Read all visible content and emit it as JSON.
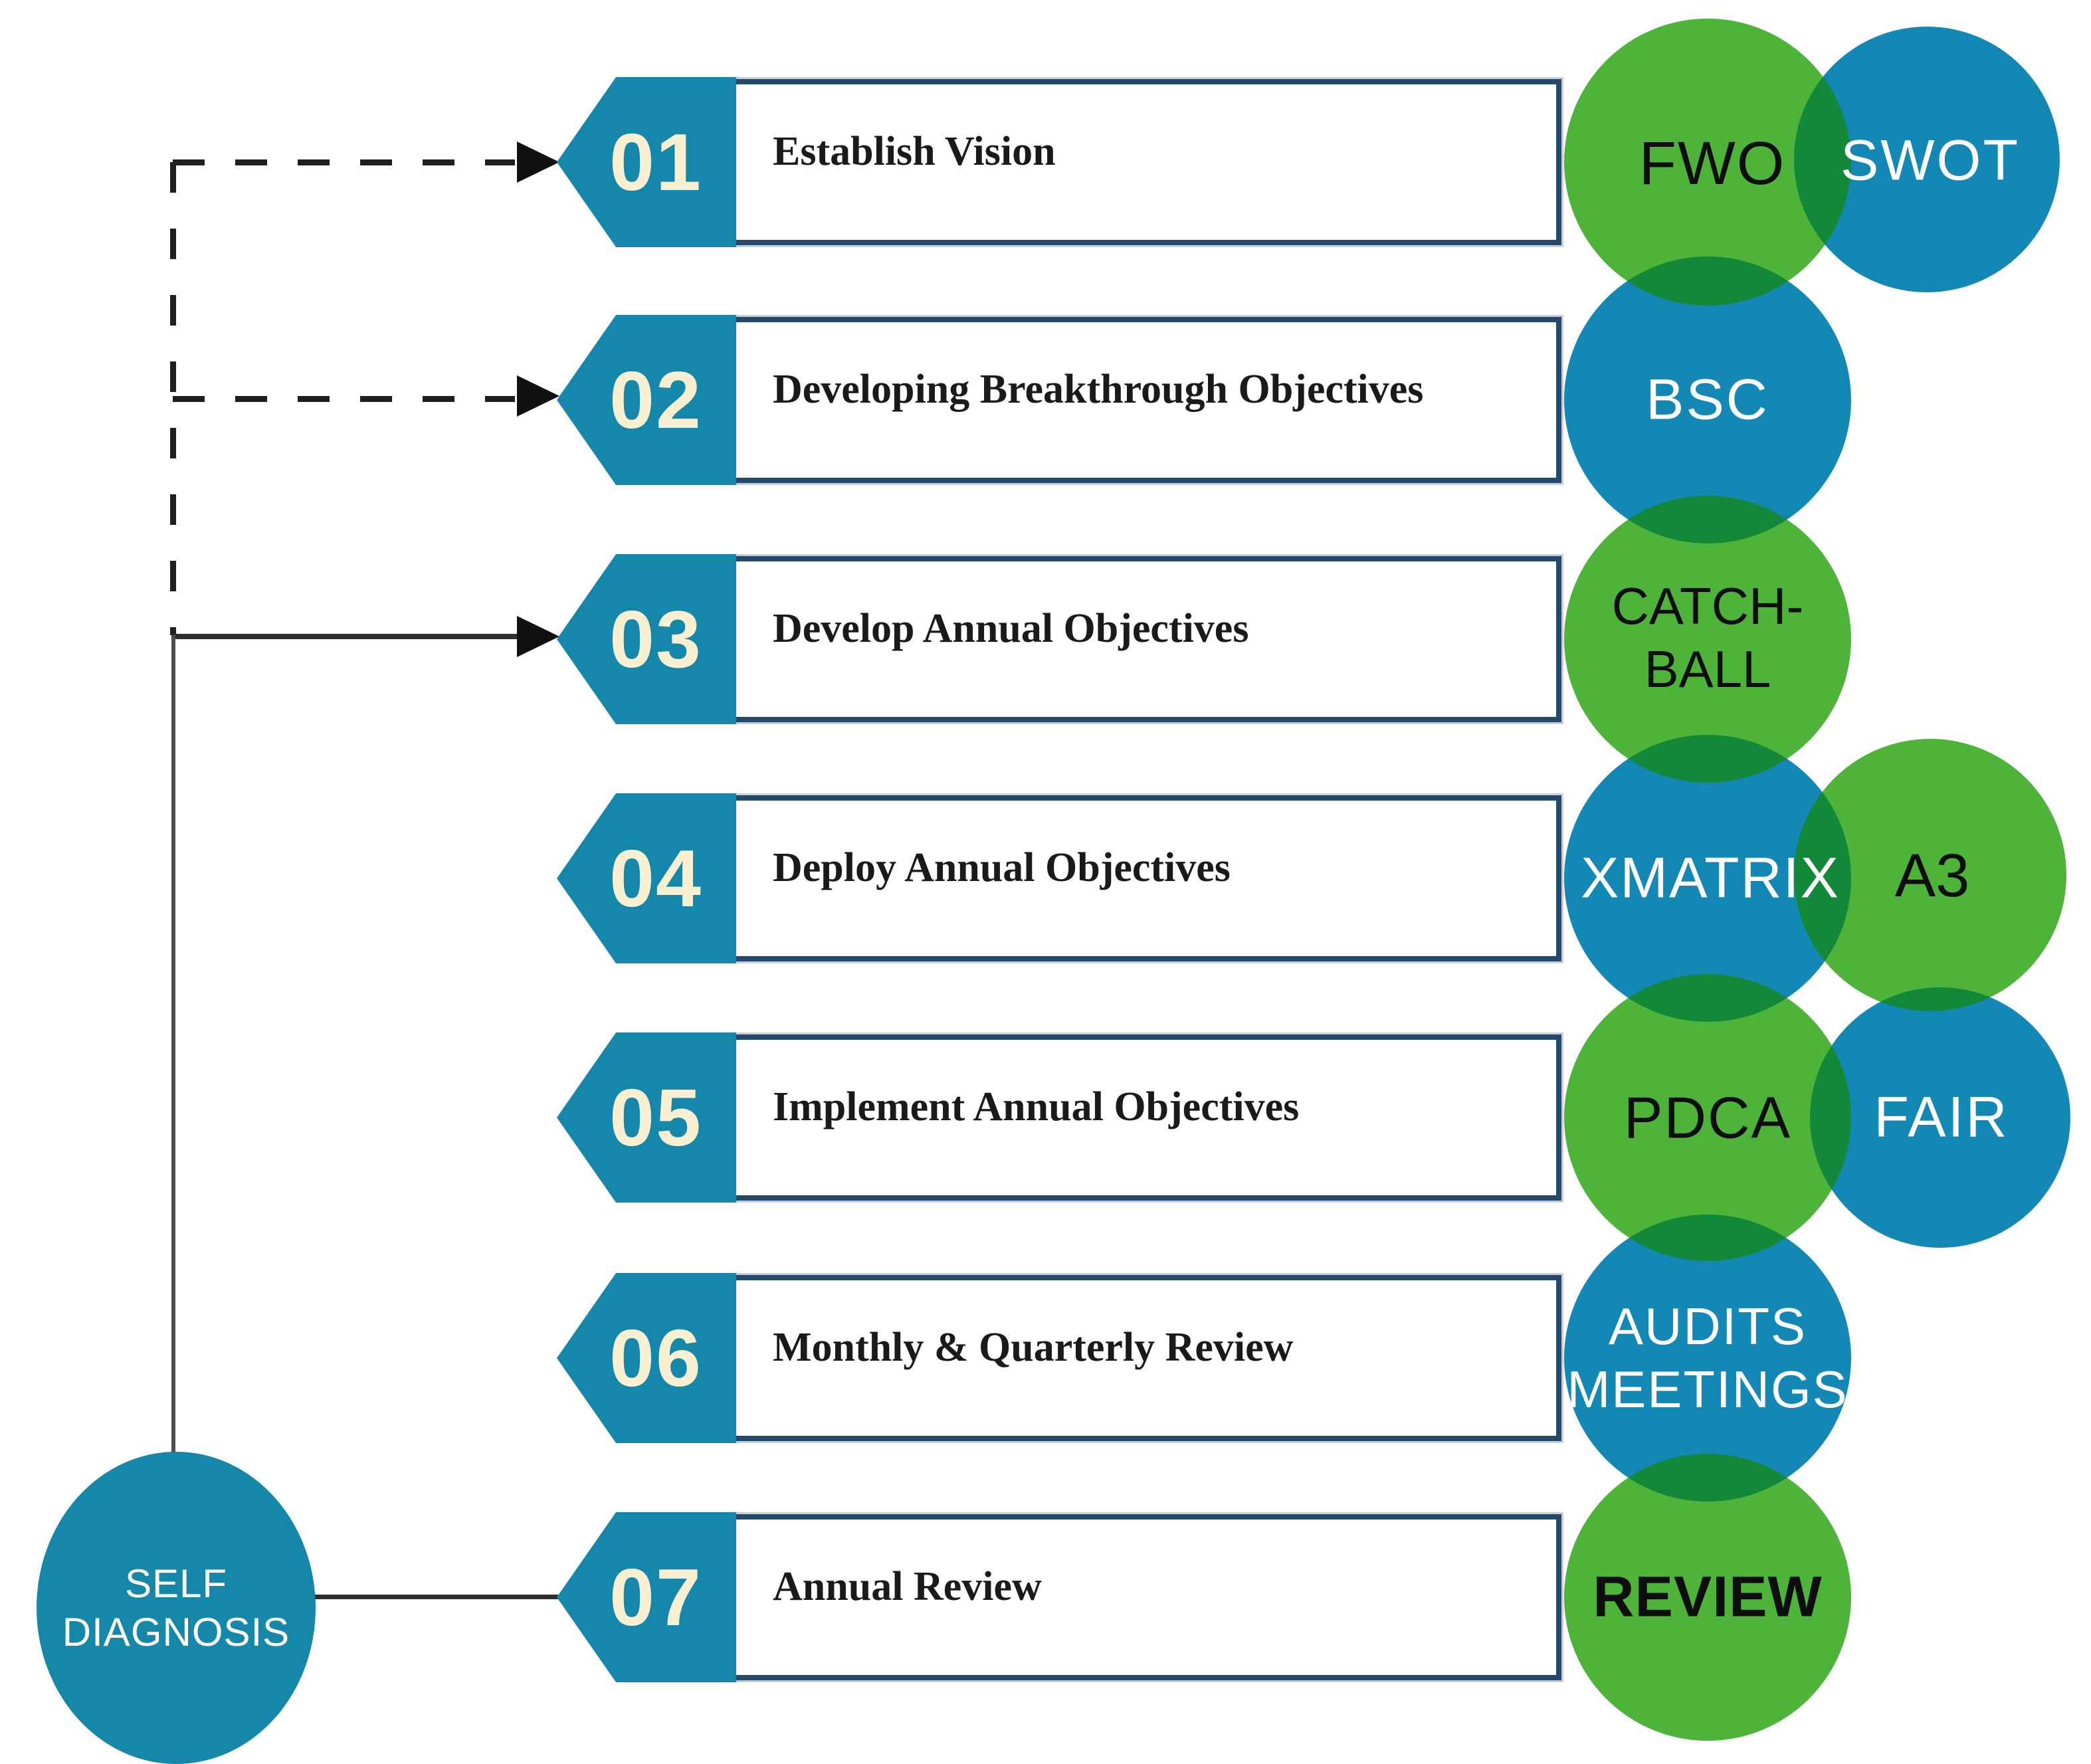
{
  "figure": {
    "steps": [
      {
        "number": "01",
        "title": "Establish Vision"
      },
      {
        "number": "02",
        "title": "Developing Breakthrough Objectives"
      },
      {
        "number": "03",
        "title": "Develop Annual Objectives"
      },
      {
        "number": "04",
        "title": "Deploy Annual Objectives"
      },
      {
        "number": "05",
        "title": "Implement Annual Objectives"
      },
      {
        "number": "06",
        "title": "Monthly & Quarterly Review"
      },
      {
        "number": "07",
        "title": "Annual Review"
      }
    ],
    "tools": [
      {
        "id": "fwo",
        "label": "FWO",
        "fill": "green",
        "text_color": "black"
      },
      {
        "id": "swot",
        "label": "SWOT",
        "fill": "blue",
        "text_color": "white"
      },
      {
        "id": "bsc",
        "label": "BSC",
        "fill": "blue",
        "text_color": "white"
      },
      {
        "id": "catchball",
        "label": "CATCH-\nBALL",
        "fill": "green",
        "text_color": "black"
      },
      {
        "id": "xmatrix",
        "label": "XMATRIX",
        "fill": "blue",
        "text_color": "white"
      },
      {
        "id": "a3",
        "label": "A3",
        "fill": "green",
        "text_color": "black"
      },
      {
        "id": "pdca",
        "label": "PDCA",
        "fill": "green",
        "text_color": "black"
      },
      {
        "id": "fair",
        "label": "FAIR",
        "fill": "blue",
        "text_color": "white"
      },
      {
        "id": "audits-meetings",
        "label": "AUDITS\nMEETINGS",
        "fill": "blue",
        "text_color": "white"
      },
      {
        "id": "review",
        "label": "REVIEW",
        "fill": "green",
        "text_color": "black"
      }
    ],
    "self_diagnosis": {
      "label": "SELF\nDIAGNOSIS"
    },
    "connectors": [
      {
        "target_step": "01",
        "style": "dashed-arrow"
      },
      {
        "target_step": "02",
        "style": "dashed-arrow"
      },
      {
        "target_step": "03",
        "style": "solid-arrow"
      },
      {
        "target_step": "07",
        "style": "solid-line"
      }
    ],
    "colors": {
      "banner_teal": "#1587aa",
      "number_cream": "#f8f0d0",
      "box_border_navy": "#234a6d",
      "circle_green": "#4db339",
      "circle_blue": "#1488b4",
      "self_diagnosis_teal": "#1587a9",
      "overlap_green": "#148839",
      "line_dark": "#2e2e2e"
    }
  }
}
